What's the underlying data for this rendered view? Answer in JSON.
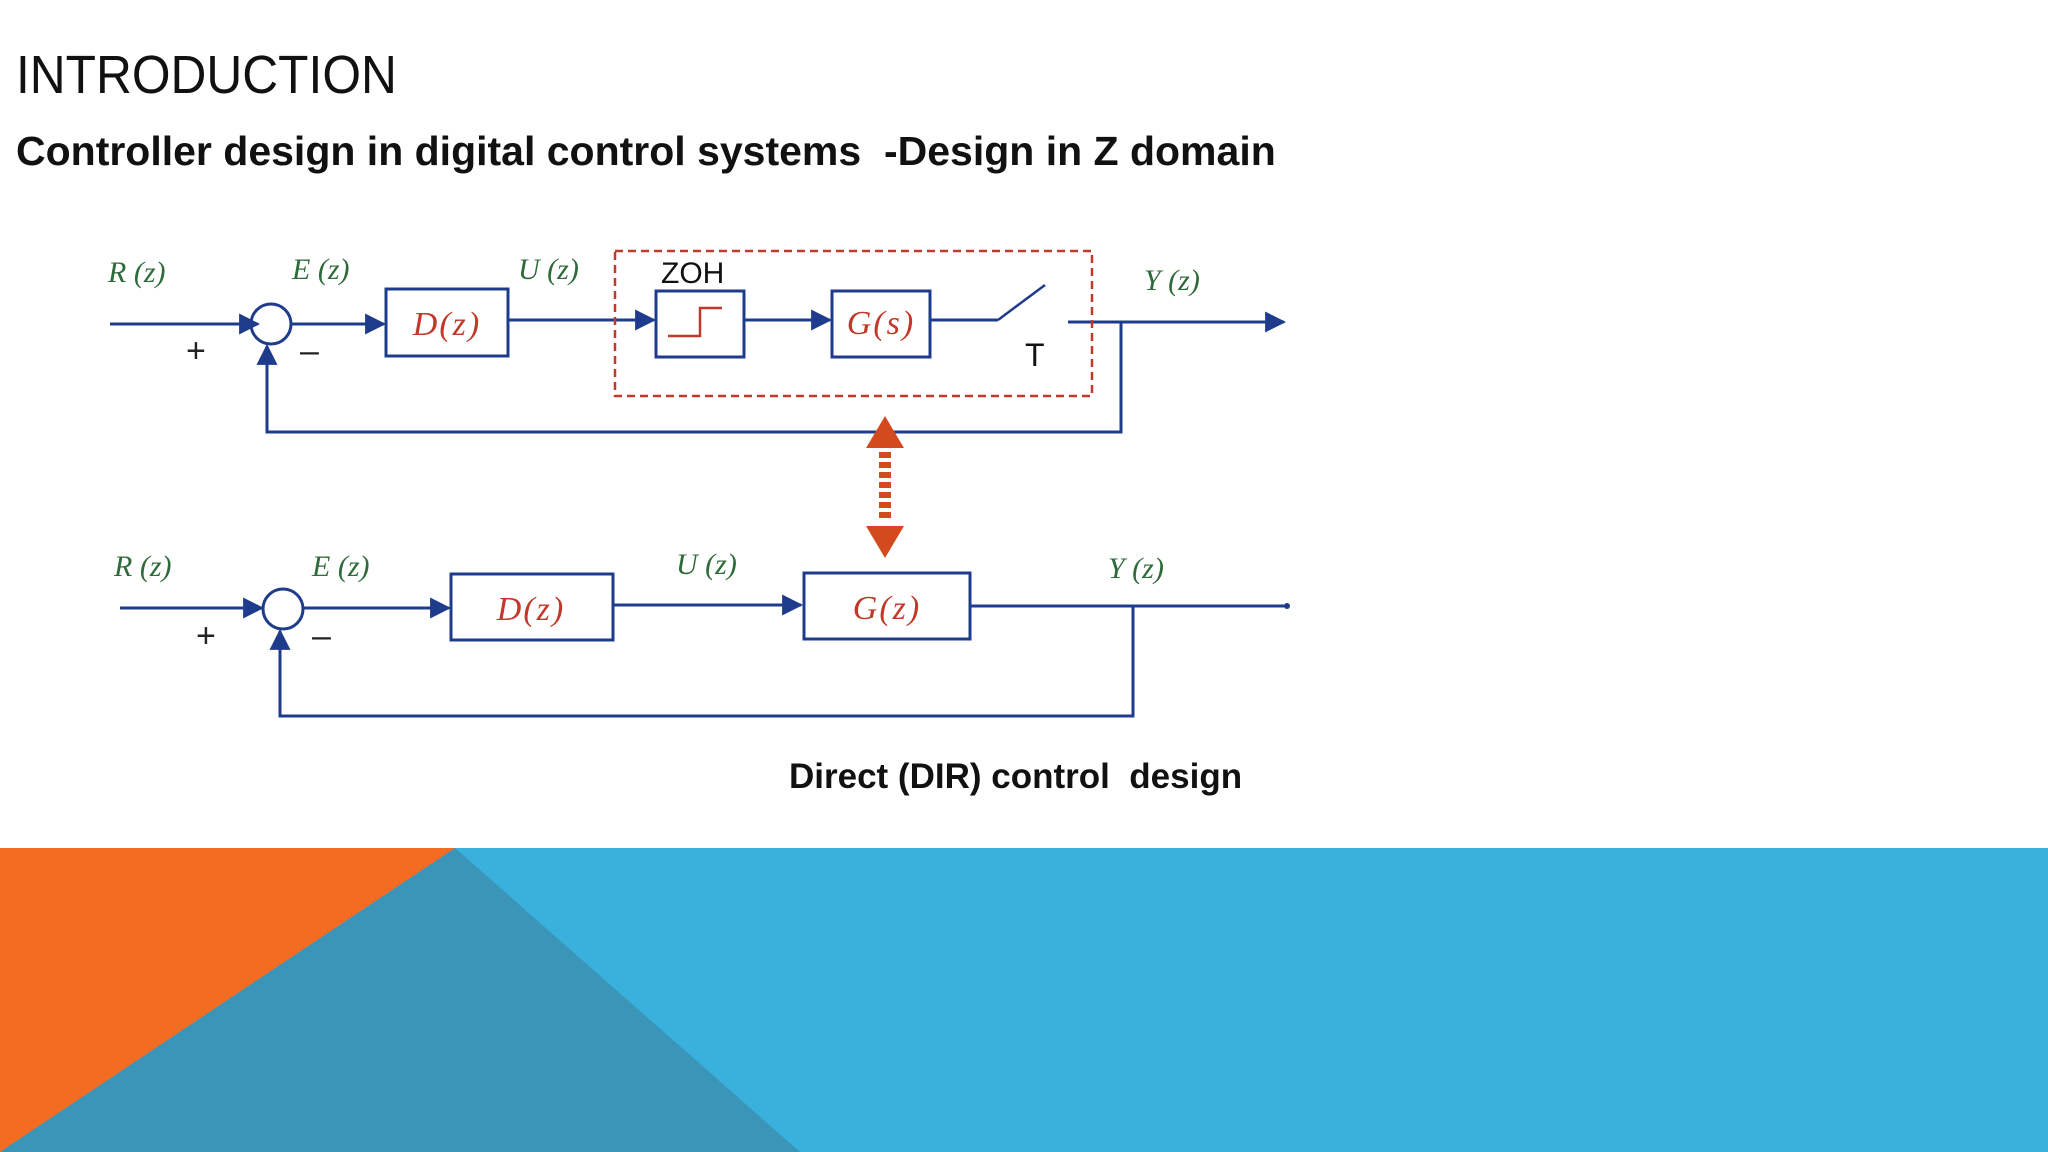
{
  "slide": {
    "title": "INTRODUCTION",
    "subtitle": "Controller design in digital control systems  -Design in Z domain",
    "caption": "Direct (DIR) control  design"
  },
  "top_loop": {
    "input": "R (z)",
    "error": "E (z)",
    "control": "U (z)",
    "output": "Y (z)",
    "plus": "+",
    "minus": "–",
    "zoh_label": "ZOH",
    "controller": "D(z)",
    "plant": "G(s)",
    "sampler": "T"
  },
  "bottom_loop": {
    "input": "R (z)",
    "error": "E (z)",
    "control": "U (z)",
    "output": "Y (z)",
    "plus": "+",
    "minus": "–",
    "controller": "D(z)",
    "plant": "G(z)"
  },
  "colors": {
    "signal_line": "#1f3c8c",
    "block_text": "#c0392b",
    "signal_label": "#2f6b3a",
    "equivalence_arrow": "#d24a1e",
    "zoh_boundary": "#c0392b",
    "footer_orange": "#f36c21",
    "footer_blue": "#3ab0dd",
    "footer_dark_blue": "#3a95b8"
  }
}
